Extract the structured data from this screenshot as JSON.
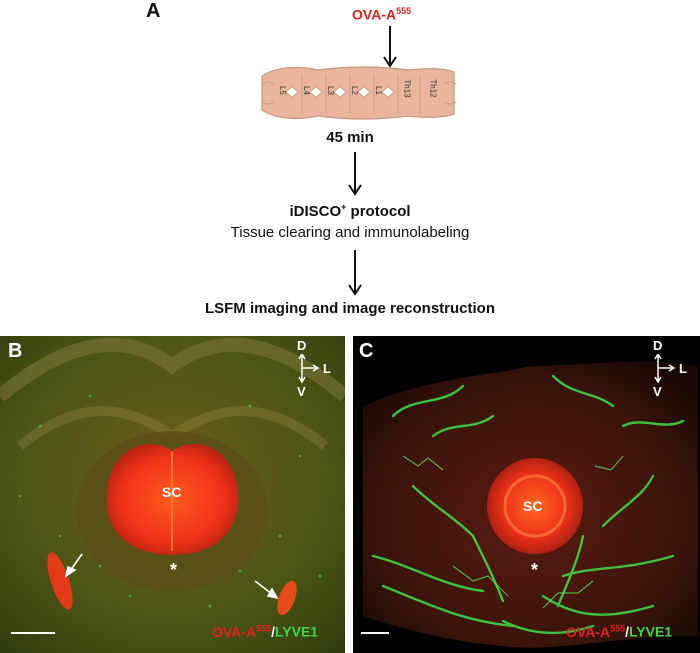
{
  "panel_a": {
    "letter": "A",
    "injection_label": "OVA-A",
    "injection_label_sup": "555",
    "vertebrae": [
      "L5",
      "L4",
      "L3",
      "L2",
      "L1",
      "Th13",
      "Th12"
    ],
    "step1": "45 min",
    "step2_title": "iDISCO",
    "step2_title_sup": "+",
    "step2_title_rest": " protocol",
    "step2_sub": "Tissue clearing and immunolabeling",
    "step3": "LSFM imaging and image reconstruction"
  },
  "panel_b": {
    "letter": "B",
    "center_label": "SC",
    "asterisk": "*",
    "axis": {
      "dorsal": "D",
      "lateral": "L",
      "ventral": "V"
    },
    "legend_red": "OVA-A",
    "legend_red_sup": "555",
    "legend_sep": "/",
    "legend_green": "LYVE1"
  },
  "panel_c": {
    "letter": "C",
    "center_label": "SC",
    "asterisk": "*",
    "axis": {
      "dorsal": "D",
      "lateral": "L",
      "ventral": "V"
    },
    "legend_red": "OVA-A",
    "legend_red_sup": "555",
    "legend_sep": "/",
    "legend_green": "LYVE1"
  },
  "colors": {
    "ova_red": "#e0221f",
    "lyve1_green": "#3fd64a",
    "vertebra_fill": "#e9b59c"
  }
}
